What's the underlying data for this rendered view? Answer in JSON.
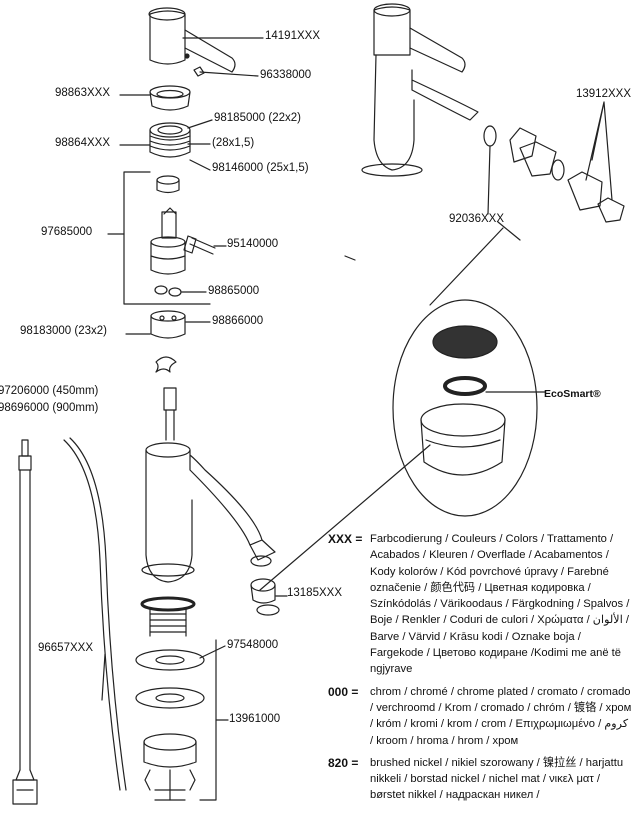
{
  "part_numbers": {
    "p14191": "14191XXX",
    "p96338": "96338000",
    "p98863": "98863XXX",
    "p98185": "98185000 (22x2)",
    "p98864": "98864XXX",
    "p28x15": "(28x1,5)",
    "p98146": "98146000 (25x1,5)",
    "p97685": "97685000",
    "p95140": "95140000",
    "p98865": "98865000",
    "p98183": "98183000 (23x2)",
    "p98866": "98866000",
    "p97206": "97206000 (450mm)",
    "p98696": "98696000 (900mm)",
    "p13912": "13912XXX",
    "p92036": "92036XXX",
    "p13185": "13185XXX",
    "p96657": "96657XXX",
    "p97548": "97548000",
    "p13961": "13961000"
  },
  "ecosmart_label": "EcoSmart®",
  "legend": {
    "xxx_code": "XXX =",
    "xxx_text": "Farbcodierung / Couleurs / Colors / Trattamento / Acabados / Kleuren / Overflade / Acabamentos / Kody kolorów / Kód povrchové úpravy / Farebné označenie / 颜色代码 / Цветная кодировка / Színkódolás / Värikoodaus / Färgkodning / Spalvos / Boje / Renkler / Coduri de culori / Χρώματα / الألوان / Barve / Värvid / Krāsu kodi / Oznake boja / Fargekode / Цветово кодиране /Kodimi me anë të ngjyrave",
    "c000_code": "000 =",
    "c000_text": "chrom / chromé / chrome plated / cromato / cromado / verchroomd / Krom / cromado / chróm / 镀铬 / хром / króm / kromi / krom / crom / Επιχρωμιωμένο / كروم / kroom / hroma / hrom / хром",
    "c820_code": "820 =",
    "c820_text": "brushed nickel / nikiel szorowany / 镍拉丝 / harjattu nikkeli / borstad nickel / nichel mat / νικελ ματ / børstet nikkel / надраскан никел /"
  }
}
